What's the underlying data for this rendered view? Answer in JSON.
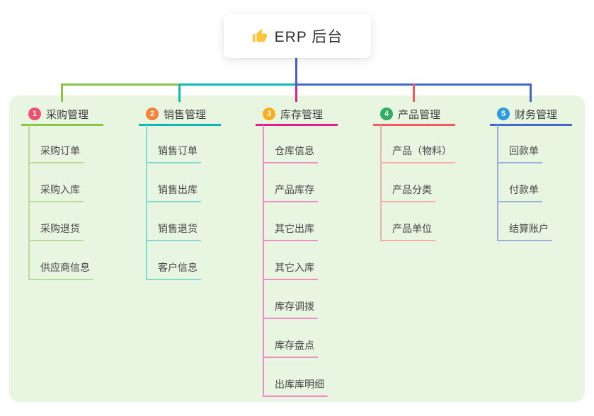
{
  "root": {
    "title": "ERP 后台",
    "icon": "thumbs-up"
  },
  "theme": {
    "page_bg": "#FFFFFF",
    "panel_bg": "#E8F5E1",
    "root_card_bg": "#FFFFFF",
    "root_text": "#333333",
    "title_text": "#3C3C3C",
    "child_text": "#474747",
    "root_connector": "#4B5CD6",
    "thumb_color": "#FFC53D"
  },
  "branches": [
    {
      "num": "1",
      "title": "采购管理",
      "badge_color": "#F0506E",
      "line_color": "#8BC34A",
      "child_line_color": "#BCDC96",
      "children": [
        "采购订单",
        "采购入库",
        "采购退货",
        "供应商信息"
      ]
    },
    {
      "num": "2",
      "title": "销售管理",
      "badge_color": "#F6833C",
      "line_color": "#0FB8B0",
      "child_line_color": "#84D8D2",
      "children": [
        "销售订单",
        "销售出库",
        "销售退货",
        "客户信息"
      ]
    },
    {
      "num": "3",
      "title": "库存管理",
      "badge_color": "#FBAD1C",
      "line_color": "#E0218A",
      "child_line_color": "#F28CC4",
      "children": [
        "仓库信息",
        "产品库存",
        "其它出库",
        "其它入库",
        "库存调拨",
        "库存盘点",
        "出库库明细"
      ]
    },
    {
      "num": "4",
      "title": "产品管理",
      "badge_color": "#2FAF61",
      "line_color": "#F25B5B",
      "child_line_color": "#F8ADA8",
      "children": [
        "产品（物料）",
        "产品分类",
        "产品单位"
      ]
    },
    {
      "num": "5",
      "title": "财务管理",
      "badge_color": "#2E9BDF",
      "line_color": "#4468C9",
      "child_line_color": "#9BAEDE",
      "children": [
        "回款单",
        "付款单",
        "结算账户"
      ]
    }
  ]
}
